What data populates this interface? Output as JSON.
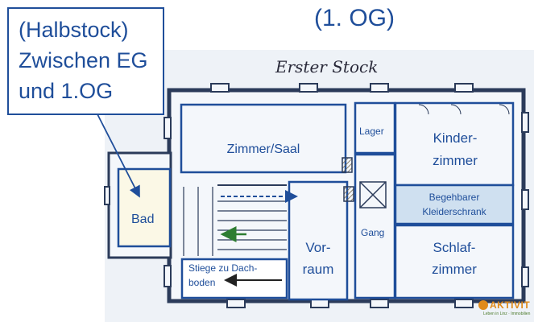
{
  "callout": {
    "line1": "(Halbstock)",
    "line2": "Zwischen EG",
    "line3": "und 1.OG"
  },
  "heading": "(1. OG)",
  "plan_caption": "Erster Stock",
  "rooms": {
    "bad": "Bad",
    "zimmer_saal": "Zimmer/Saal",
    "lager": "Lager",
    "kinder_l1": "Kinder-",
    "kinder_l2": "zimmer",
    "kleider_l1": "Begehbarer",
    "kleider_l2": "Kleiderschrank",
    "gang": "Gang",
    "schlaf_l1": "Schlaf-",
    "schlaf_l2": "zimmer",
    "vorraum_l1": "Vor-",
    "vorraum_l2": "raum",
    "stiege_l1": "Stiege zu Dach-",
    "stiege_l2": "boden"
  },
  "logo": {
    "word": "AKTIVIT",
    "tag": "Leben in Linz · Immobilien"
  },
  "colors": {
    "label_blue": "#1f4e9a",
    "arrow_green": "#2e7d32",
    "arrow_dark": "#222222",
    "wall": "#2b3b5a",
    "paper": "#eef2f7",
    "bad_fill": "#fbf8e6",
    "closet_fill": "#cfe0f0"
  }
}
